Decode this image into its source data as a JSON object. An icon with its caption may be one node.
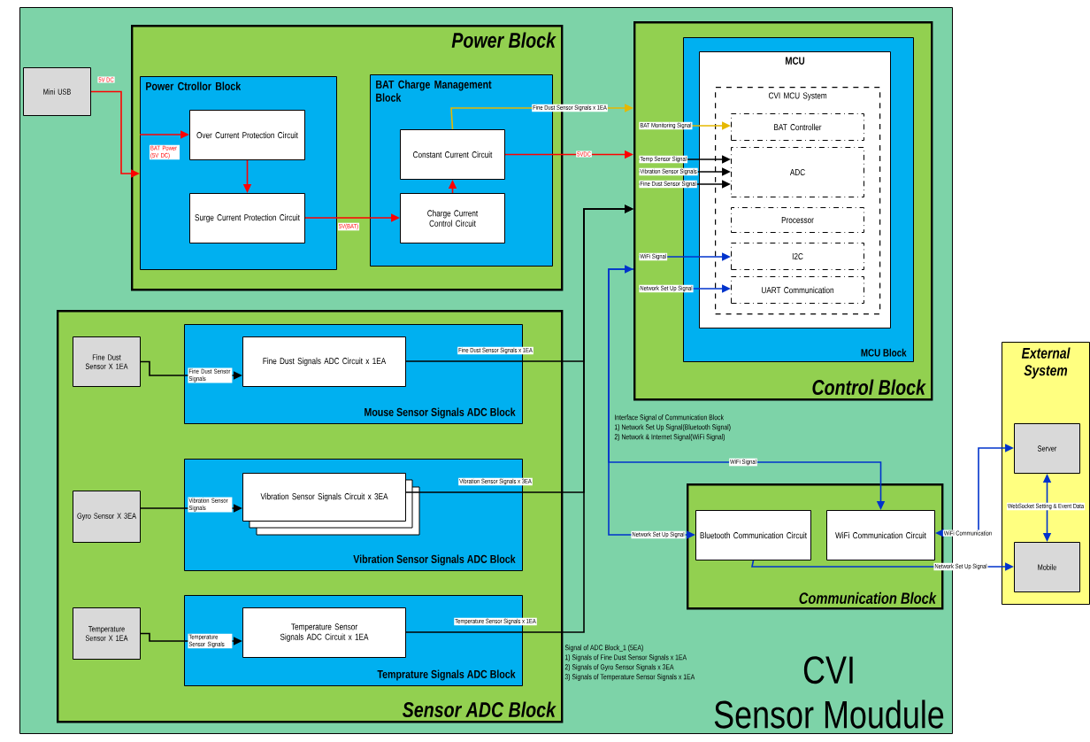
{
  "diagram": {
    "nodes": [
      {
        "text": [
          "CVI",
          "Sensor Moudule"
        ]
      },
      {
        "text": [
          "Mini USB"
        ],
        "in": 0
      },
      {
        "text": [
          "Power Block"
        ],
        "in": 0
      },
      {
        "text": [
          "Power Ctrollor Block"
        ],
        "in": 2
      },
      {
        "text": [
          "Over Current Protection Circuit"
        ],
        "in": 3
      },
      {
        "text": [
          "Surge Current Protection Circuit"
        ],
        "in": 3
      },
      {
        "text": [
          "BAT Charge Management Block"
        ],
        "in": 2
      },
      {
        "text": [
          "Constant Current Circuit"
        ],
        "in": 6
      },
      {
        "text": [
          "Charge Current Control Circuit"
        ],
        "in": 6
      },
      {
        "text": [
          "Control Block"
        ],
        "in": 0
      },
      {
        "text": [
          "MCU Block"
        ],
        "in": 9
      },
      {
        "text": [
          "MCU"
        ],
        "in": 10
      },
      {
        "text": [
          "CVI MCU System"
        ],
        "in": 11
      },
      {
        "text": [
          "BAT Controller"
        ],
        "in": 12
      },
      {
        "text": [
          "ADC"
        ],
        "in": 12
      },
      {
        "text": [
          "Processor"
        ],
        "in": 12
      },
      {
        "text": [
          "I2C"
        ],
        "in": 12
      },
      {
        "text": [
          "UART Communication"
        ],
        "in": 12
      },
      {
        "text": [
          "Sensor ADC Block"
        ],
        "in": 0
      },
      {
        "text": [
          "Fine Dust Sensor X 1EA"
        ],
        "in": 18
      },
      {
        "text": [
          "Mouse Sensor Signals ADC Block"
        ],
        "in": 18
      },
      {
        "text": [
          "Fine Dust Signals ADC Circuit x 1EA"
        ],
        "in": 20
      },
      {
        "text": [
          "Gyro Sensor X 3EA"
        ],
        "in": 18
      },
      {
        "text": [
          "Vibration Sensor Signals ADC Block"
        ],
        "in": 18
      },
      {
        "text": [
          "Vibration Sensor Signals Circuit x 3EA"
        ],
        "in": 23
      },
      {
        "text": [
          "Temperature Sensor X 1EA"
        ],
        "in": 18
      },
      {
        "text": [
          "Temprature Signals ADC Block"
        ],
        "in": 18
      },
      {
        "text": [
          "Temperature Sensor Signals ADC Circuit x 1EA"
        ],
        "in": 26
      },
      {
        "text": [
          "Communication Block"
        ],
        "in": 0
      },
      {
        "text": [
          "Bluetooth Communication Circuit"
        ],
        "in": 28
      },
      {
        "text": [
          "WiFi Communication Circuit"
        ],
        "in": 28
      },
      {
        "text": [
          "External System"
        ]
      },
      {
        "text": [
          "Server"
        ],
        "in": 31
      },
      {
        "text": [
          "Mobile"
        ],
        "in": 31
      }
    ],
    "edges": [
      {
        "from": 1,
        "to": 3,
        "arrow": "to",
        "label": "5V DC",
        "color": "#ff0000"
      },
      {
        "from": 3,
        "to": 4,
        "arrow": "to",
        "label": "BAT Power (5V DC)",
        "color": "#ff0000"
      },
      {
        "from": 4,
        "to": 5,
        "arrow": "to",
        "color": "#ff0000"
      },
      {
        "from": 5,
        "to": 8,
        "arrow": "to",
        "label": "5V(BAT)",
        "color": "#ff0000"
      },
      {
        "from": 8,
        "to": 7,
        "arrow": "to",
        "color": "#ff0000"
      },
      {
        "from": 7,
        "to": 9,
        "arrow": "to",
        "label": "5VDC",
        "color": "#ff0000"
      },
      {
        "from": 7,
        "to": 9,
        "arrow": "to",
        "label": "Fine Dust Sensor Signals x 1EA",
        "color": "#e6b800"
      },
      {
        "from": null,
        "to": 13,
        "arrow": "to",
        "label": "BAT Monitoring Signal",
        "color": "#e6b800"
      },
      {
        "from": null,
        "to": 14,
        "arrow": "to",
        "label": "Temp Sensor Signal"
      },
      {
        "from": null,
        "to": 14,
        "arrow": "to",
        "label": "Vibration Sensor Signals"
      },
      {
        "from": null,
        "to": 14,
        "arrow": "to",
        "label": "Fine Dust Sensor Signal"
      },
      {
        "from": null,
        "to": 16,
        "arrow": "to",
        "label": "WiFi Signal",
        "color": "#0033cc"
      },
      {
        "from": null,
        "to": 17,
        "arrow": "to",
        "label": "Network Set Up Signal",
        "color": "#0033cc"
      },
      {
        "from": 19,
        "to": 21,
        "arrow": "to",
        "label": "Fine Dust Sensor Signals"
      },
      {
        "from": 22,
        "to": 24,
        "arrow": "to",
        "label": "Vibration Sensor Signals"
      },
      {
        "from": 25,
        "to": 27,
        "arrow": "to",
        "label": "Temperature Sensor Signals"
      },
      {
        "from": 21,
        "to": 9,
        "arrow": "to",
        "label": "Fine Dust Sensor Signals x 1EA"
      },
      {
        "from": 24,
        "to": 9,
        "arrow": "to",
        "label": "Vibration Sensor Signals x 3EA"
      },
      {
        "from": 27,
        "to": 9,
        "arrow": "to",
        "label": "Temperature Sensor Signals x 1EA"
      },
      {
        "from": 30,
        "to": 9,
        "arrow": "both",
        "label": "WiFi Signal",
        "color": "#0033cc"
      },
      {
        "from": 9,
        "to": 29,
        "arrow": "to",
        "label": "Network Set Up Signal",
        "color": "#0033cc"
      },
      {
        "from": 30,
        "to": 32,
        "arrow": "both",
        "label": "WiFi Communication",
        "color": "#0033cc"
      },
      {
        "from": 29,
        "to": 33,
        "arrow": "to",
        "label": "Network Set Up Signal",
        "color": "#0033cc"
      },
      {
        "from": 32,
        "to": 33,
        "arrow": "both",
        "label": "WebSocket Setting & Event Data",
        "color": "#0033cc"
      }
    ],
    "labels": [
      "Interface Signal of Communication Block",
      "1) Network Set Up Signal(Bluetooth Signal)",
      "2) Network & Internet Signal(WiFi Signal)",
      "Signal of ADC Block_1 (5EA)",
      "1) Signals of Fine Dust Sensor Signals x 1EA",
      "2) Signals of Gyro Sensor Signals x 3EA",
      "3) Signals of Temperature Sensor Signals x 1EA"
    ]
  }
}
